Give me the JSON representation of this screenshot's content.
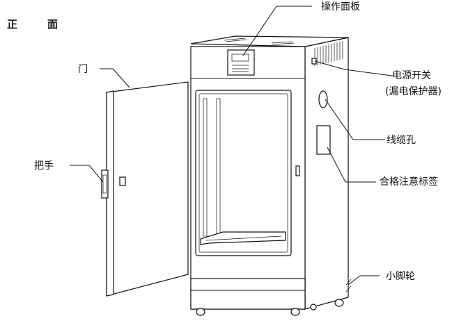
{
  "diagram": {
    "title": "正　面",
    "labels": {
      "control_panel": "操作面板",
      "door": "门",
      "power_switch": "电源开关",
      "power_switch_sub": "(漏电保护器)",
      "cable_hole": "线缆孔",
      "handle": "把手",
      "label_tag": "合格注意标签",
      "caster": "小脚轮"
    }
  }
}
